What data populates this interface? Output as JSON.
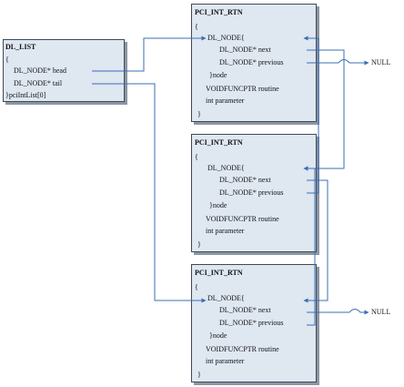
{
  "list_box": {
    "title": "DL_LIST",
    "open": "{",
    "head": "DL_NODE* head",
    "tail": "DL_NODE* tail",
    "close": "}pciIntList[0]"
  },
  "nodes": [
    {
      "title": "PCI_INT_RTN",
      "open": "{",
      "node_label": "DL_NODE{",
      "next": "DL_NODE* next",
      "previous": "DL_NODE* previous",
      "node_close": "}node",
      "routine": "VOIDFUNCPTR routine",
      "parameter": "int parameter",
      "close": "}"
    },
    {
      "title": "PCI_INT_RTN",
      "open": "{",
      "node_label": "DL_NODE{",
      "next": "DL_NODE* next",
      "previous": "DL_NODE* previous",
      "node_close": "}node",
      "routine": "VOIDFUNCPTR routine",
      "parameter": "int parameter",
      "close": "}"
    },
    {
      "title": "PCI_INT_RTN",
      "open": "{",
      "node_label": "DL_NODE{",
      "next": "DL_NODE* next",
      "previous": "DL_NODE* previous",
      "node_close": "}node",
      "routine": "VOIDFUNCPTR routine",
      "parameter": "int parameter",
      "close": "}"
    }
  ],
  "null_labels": [
    "NULL",
    "NULL"
  ],
  "colors": {
    "box_fill": "#dfe7f1",
    "box_border": "#3f4a58",
    "arrow": "#3a6fb5"
  }
}
